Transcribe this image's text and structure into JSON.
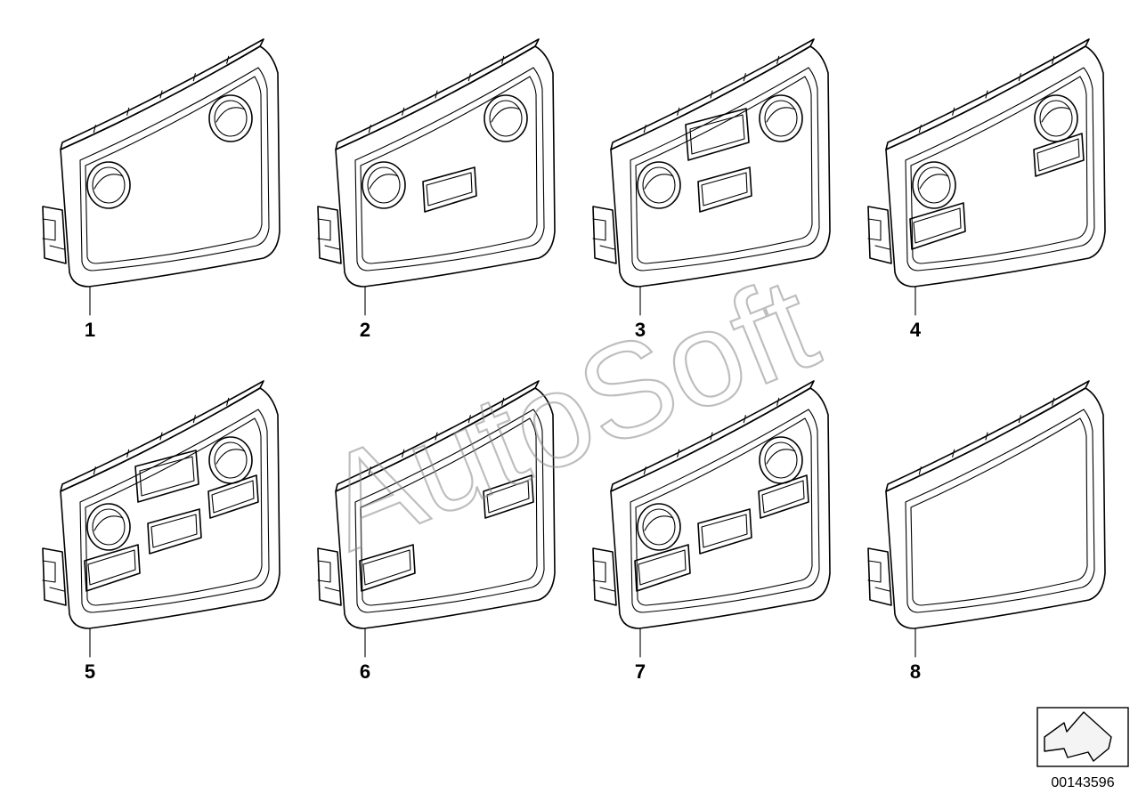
{
  "watermark": "AutoSoft",
  "diagram_number": "00143596",
  "parts": [
    {
      "callout": "1",
      "features": [
        "knob-left",
        "knob-right"
      ]
    },
    {
      "callout": "2",
      "features": [
        "knob-left",
        "knob-right",
        "slot-center-low"
      ]
    },
    {
      "callout": "3",
      "features": [
        "knob-left",
        "knob-right",
        "slot-center-top",
        "slot-center-low"
      ]
    },
    {
      "callout": "4",
      "features": [
        "knob-left",
        "knob-right",
        "slot-left-low",
        "slot-right-mid"
      ]
    },
    {
      "callout": "5",
      "features": [
        "knob-left",
        "knob-right",
        "slot-center-top",
        "slot-center-low",
        "slot-left-low",
        "slot-right-mid"
      ]
    },
    {
      "callout": "6",
      "features": [
        "slot-left-low",
        "slot-right-mid"
      ]
    },
    {
      "callout": "7",
      "features": [
        "knob-left",
        "knob-right",
        "slot-center-low",
        "slot-left-low",
        "slot-right-mid"
      ]
    },
    {
      "callout": "8",
      "features": []
    }
  ],
  "icons": {
    "direction_icon": "arrow-box-icon"
  }
}
